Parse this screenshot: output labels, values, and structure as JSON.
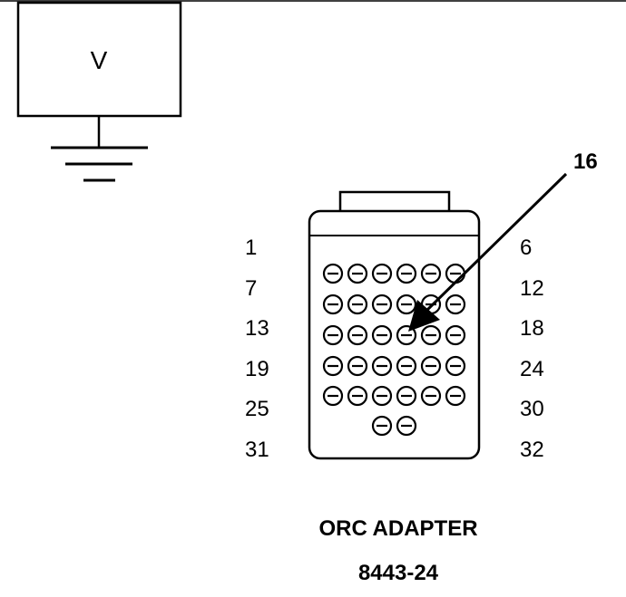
{
  "meter": {
    "label": "V"
  },
  "callout": {
    "label": "16"
  },
  "connector": {
    "left_labels": [
      "1",
      "7",
      "13",
      "19",
      "25",
      "31"
    ],
    "right_labels": [
      "6",
      "12",
      "18",
      "24",
      "30",
      "32"
    ],
    "pin_rows": [
      6,
      6,
      6,
      6,
      6,
      2
    ],
    "highlighted_pin": 16
  },
  "caption": {
    "title": "ORC ADAPTER",
    "part_number": "8443-24"
  }
}
